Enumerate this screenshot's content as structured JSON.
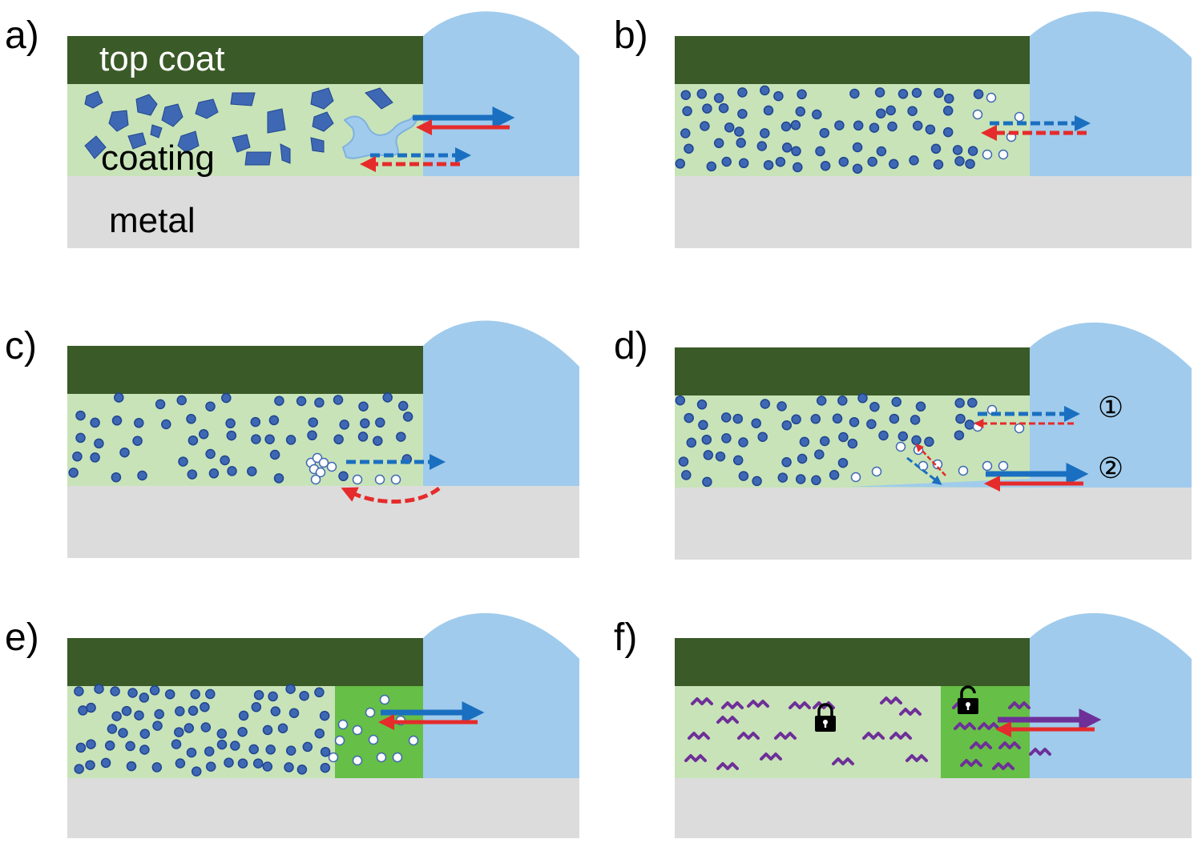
{
  "panels": [
    {
      "id": "a",
      "label": "a)",
      "layer_labels": {
        "top_coat": "top coat",
        "coating": "coating",
        "metal": "metal"
      }
    },
    {
      "id": "b",
      "label": "b)"
    },
    {
      "id": "c",
      "label": "c)"
    },
    {
      "id": "d",
      "label": "d)",
      "pathway_labels": [
        "①",
        "②"
      ]
    },
    {
      "id": "e",
      "label": "e)"
    },
    {
      "id": "f",
      "label": "f)",
      "icons": [
        "locked-padlock-icon",
        "unlocked-padlock-icon"
      ]
    }
  ],
  "colors": {
    "top_coat": "#3a5a27",
    "coating": "#c8e3b8",
    "coating_active": "#66bf46",
    "metal": "#dcdcdc",
    "electrolyte": "#a0cbec",
    "inhibitor": "#3f68b4",
    "inhibitor_outline": "#1f4590",
    "released": "#ffffff",
    "outward_arrow": "#1a6fc0",
    "inward_arrow": "#e52b2b",
    "smart_inhibitor": "#6e2f98",
    "f_arrow": "#6e2f98"
  }
}
